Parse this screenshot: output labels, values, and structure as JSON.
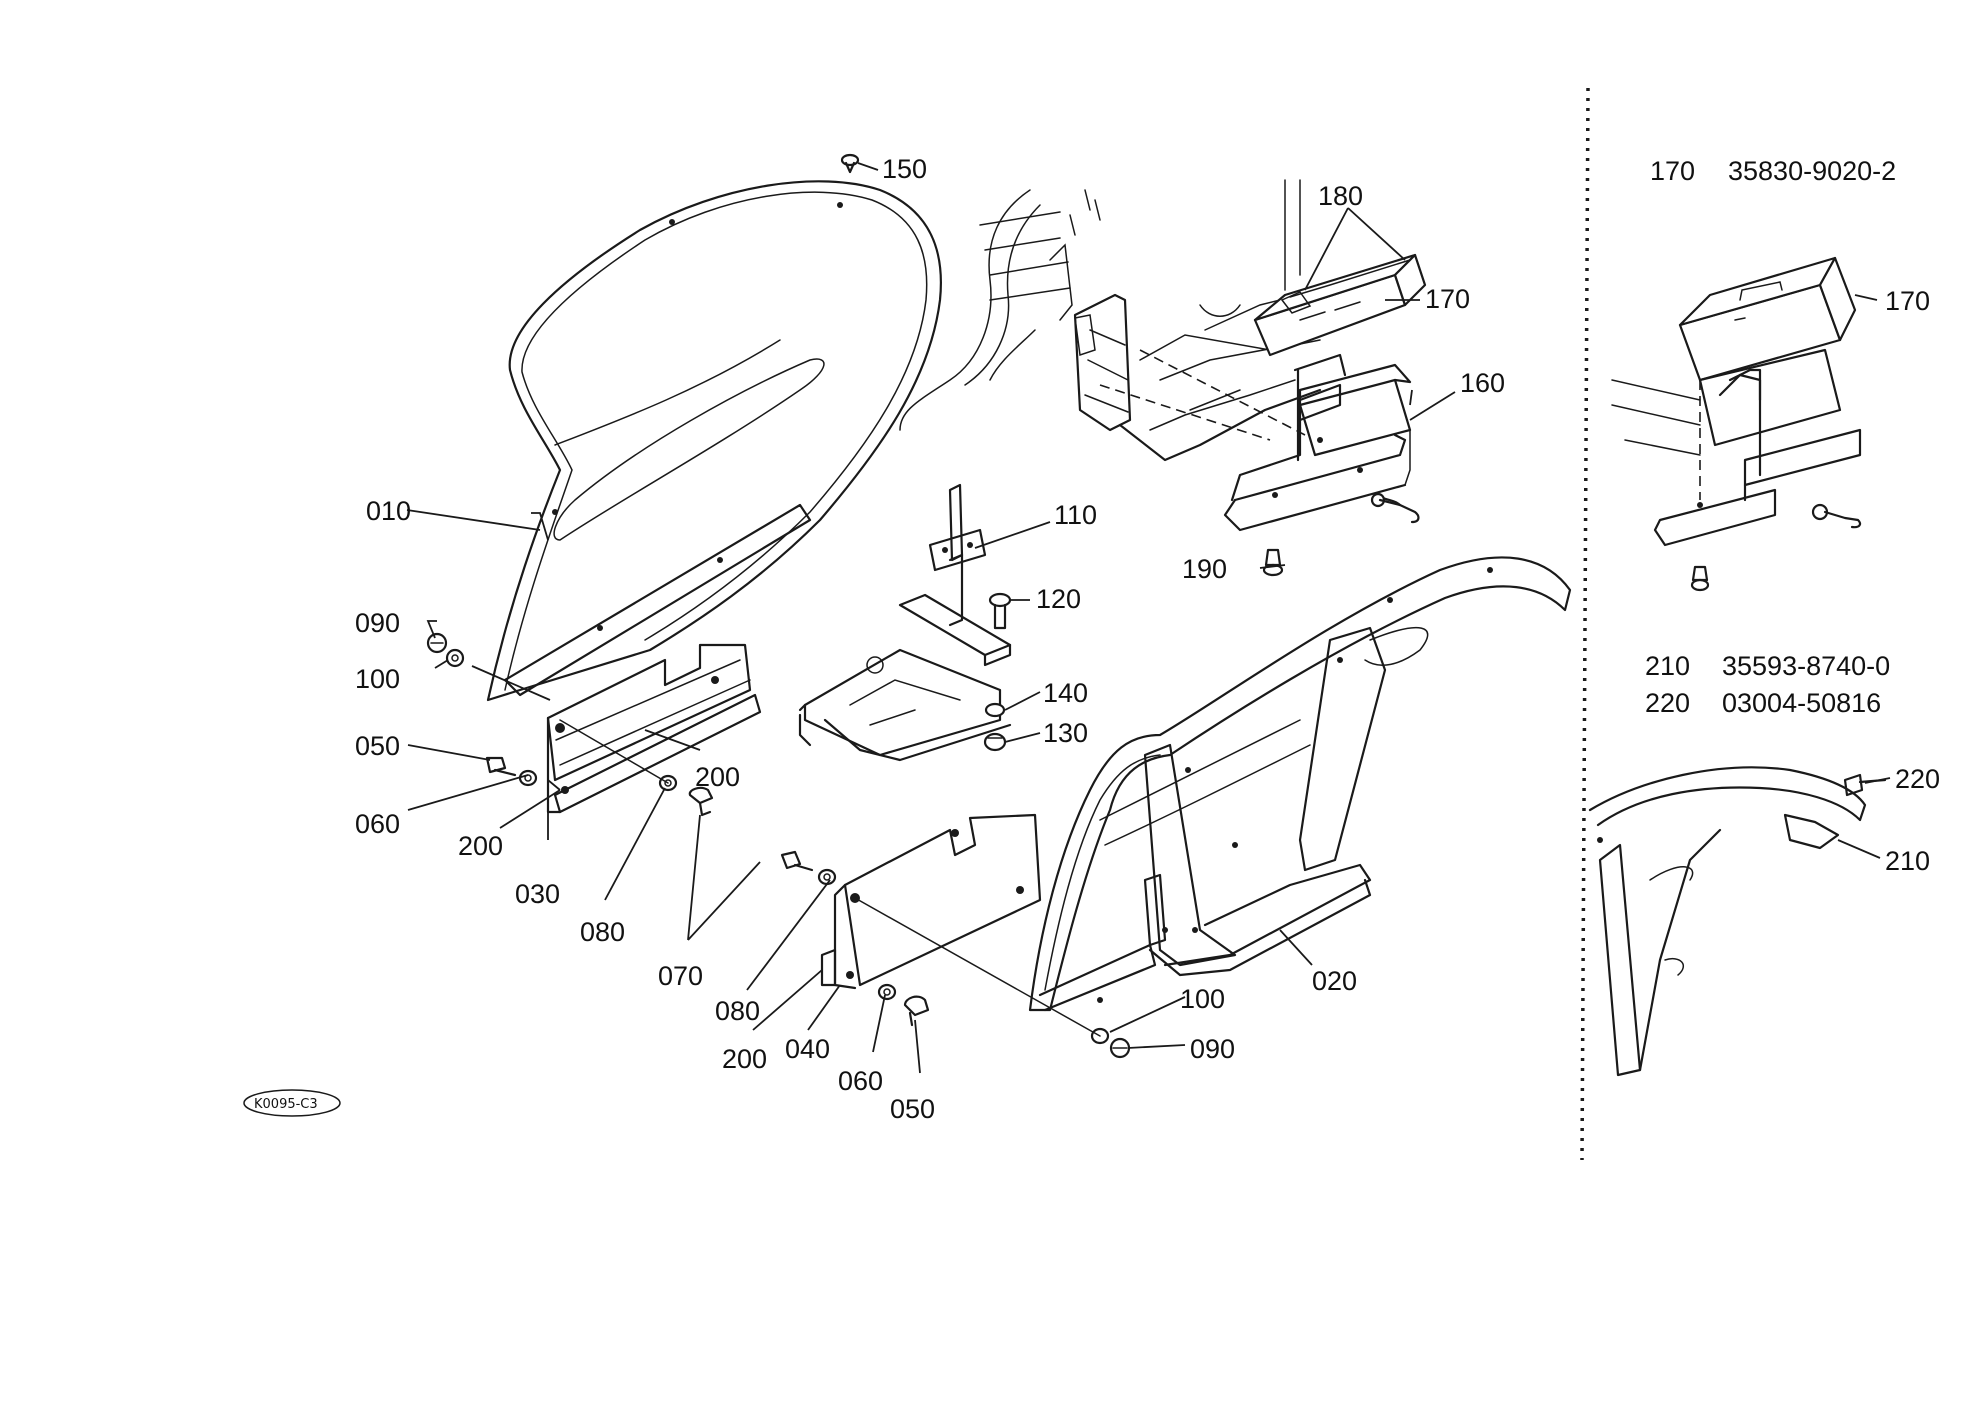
{
  "diagram_code": "K0095-C3",
  "callouts": {
    "c150": "150",
    "c180": "180",
    "c170": "170",
    "c160": "160",
    "c010": "010",
    "c110": "110",
    "c120": "120",
    "c190": "190",
    "c090a": "090",
    "c100a": "100",
    "c050a": "050",
    "c060a": "060",
    "c200a": "200",
    "c200b": "200",
    "c030": "030",
    "c080a": "080",
    "c070": "070",
    "c140": "140",
    "c130": "130",
    "c080b": "080",
    "c200c": "200",
    "c040": "040",
    "c060b": "060",
    "c050b": "050",
    "c100b": "100",
    "c090b": "090",
    "c020": "020"
  },
  "inset": {
    "part170_ref": "170",
    "part170_no": "35830-9020-2",
    "part170_callout": "170",
    "part210_ref": "210",
    "part210_no": "35593-8740-0",
    "part220_ref": "220",
    "part220_no": "03004-50816",
    "part220_callout": "220",
    "part210_callout": "210"
  }
}
